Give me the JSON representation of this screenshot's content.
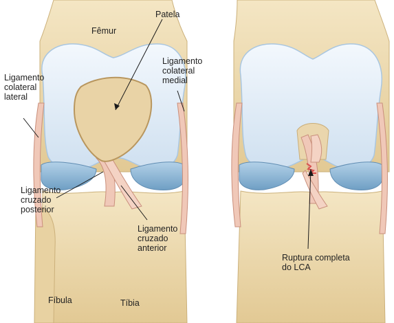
{
  "labels": {
    "femur": "Fêmur",
    "patela": "Patela",
    "ligamento_colateral_lateral": "Ligamento\ncolateral\nlateral",
    "ligamento_colateral_medial": "Ligamento\ncolateral\nmedial",
    "ligamento_cruzado_posterior": "Ligamento\ncruzado\nposterior",
    "ligamento_cruzado_anterior": "Ligamento\ncruzado\nanterior",
    "fibula": "Fíbula",
    "tibia": "Tíbia",
    "ruptura": "Ruptura completa\ndo LCA"
  },
  "colors": {
    "background": "#ffffff",
    "bone": "#efdcb2",
    "bone_shade": "#d9c08e",
    "cartilage": "#e6f0fa",
    "cartilage_edge": "#a9c6e0",
    "meniscus": "#8fb8d6",
    "ligament": "#f0c8b8",
    "ligament_edge": "#c98f7c",
    "rupture": "#d9534f",
    "text": "#222222",
    "leader_line": "#1a1a1a"
  }
}
